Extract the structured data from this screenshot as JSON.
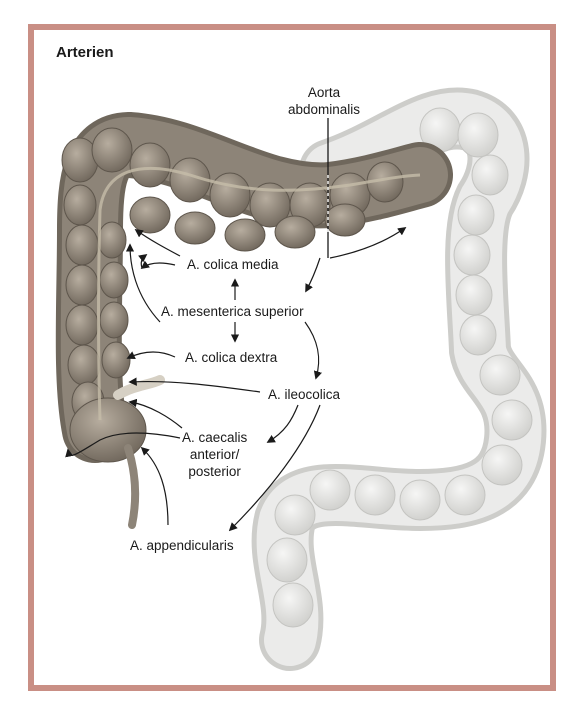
{
  "title": "Arterien",
  "labels": {
    "aorta": [
      "Aorta",
      "abdominalis"
    ],
    "colica_media": "A. colica media",
    "mesenterica_superior": "A. mesenterica superior",
    "colica_dextra": "A. colica dextra",
    "ileocolica": "A. ileocolica",
    "caecalis": [
      "A. caecalis",
      "anterior/",
      "posterior"
    ],
    "appendicularis": "A. appendicularis"
  },
  "colors": {
    "frame": "#c98f85",
    "colon_dark": "#8d8478",
    "colon_light": "#e4e4e2",
    "arrow": "#1a1a1a"
  }
}
